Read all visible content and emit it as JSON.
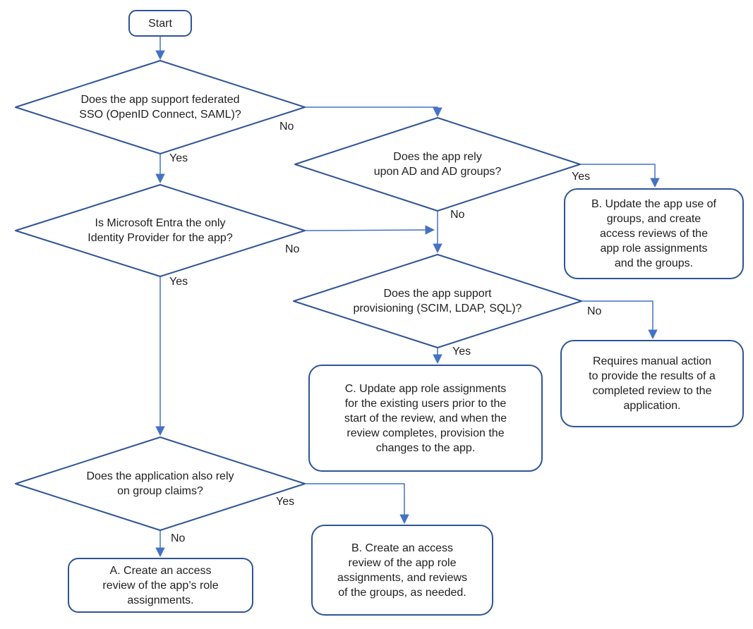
{
  "diagram": {
    "kind": "flowchart",
    "colors": {
      "shape_border": "#2F5496",
      "connector": "#4472C4",
      "text": "#1f1f1f",
      "background": "#ffffff"
    },
    "nodes": {
      "start": {
        "type": "terminator",
        "label": "Start",
        "lines": [
          "Start"
        ]
      },
      "q_federated_sso": {
        "type": "decision",
        "label": "Does the app support federated SSO (OpenID Connect, SAML)?",
        "lines": [
          "Does the app support federated",
          "SSO (OpenID Connect, SAML)?"
        ]
      },
      "q_ad_groups": {
        "type": "decision",
        "label": "Does the app rely upon AD and AD groups?",
        "lines": [
          "Does the app rely",
          "upon AD and AD groups?"
        ]
      },
      "q_entra_only": {
        "type": "decision",
        "label": "Is Microsoft Entra the only Identity Provider for the app?",
        "lines": [
          "Is Microsoft Entra the only",
          "Identity Provider for the app?"
        ]
      },
      "q_provisioning": {
        "type": "decision",
        "label": "Does the app support provisioning (SCIM, LDAP, SQL)?",
        "lines": [
          "Does the app support",
          "provisioning (SCIM, LDAP, SQL)?"
        ]
      },
      "q_group_claims": {
        "type": "decision",
        "label": "Does the application also rely on group claims?",
        "lines": [
          "Does the application also rely",
          "on group claims?"
        ]
      },
      "outcome_b_update": {
        "type": "process",
        "label": "B. Update the app use of groups, and create access reviews of the app role assignments and the groups.",
        "lines": [
          "B. Update the app use of",
          "groups, and create",
          "access reviews of the",
          "app role assignments",
          "and the groups."
        ]
      },
      "outcome_manual": {
        "type": "process",
        "label": "Requires manual action to provide the results of a completed review to the application.",
        "lines": [
          "Requires manual action",
          "to provide the results of a",
          "completed review to the",
          "application."
        ]
      },
      "outcome_c": {
        "type": "process",
        "label": "C. Update app role assignments for the existing users prior to the start of the review, and when the review completes, provision the changes to the app.",
        "lines": [
          "C. Update app role assignments",
          "for the existing users prior to the",
          "start of the review, and when the",
          "review completes, provision the",
          "changes to the app."
        ]
      },
      "outcome_a": {
        "type": "process",
        "label": "A. Create an access review of the app’s role assignments.",
        "lines": [
          "A. Create an access",
          "review of the app’s role",
          "assignments."
        ]
      },
      "outcome_b_create": {
        "type": "process",
        "label": "B. Create an access review of the app role assignments, and reviews of the groups, as needed.",
        "lines": [
          "B. Create an access",
          "review of the app role",
          "assignments, and reviews",
          "of the groups, as needed."
        ]
      }
    },
    "edges": [
      {
        "from": "start",
        "to": "q_federated_sso",
        "label": ""
      },
      {
        "from": "q_federated_sso",
        "to": "q_ad_groups",
        "label": "No"
      },
      {
        "from": "q_federated_sso",
        "to": "q_entra_only",
        "label": "Yes"
      },
      {
        "from": "q_ad_groups",
        "to": "outcome_b_update",
        "label": "Yes"
      },
      {
        "from": "q_ad_groups",
        "to": "q_provisioning",
        "label": "No"
      },
      {
        "from": "q_entra_only",
        "to": "q_provisioning",
        "label": "No"
      },
      {
        "from": "q_entra_only",
        "to": "q_group_claims",
        "label": "Yes"
      },
      {
        "from": "q_provisioning",
        "to": "outcome_manual",
        "label": "No"
      },
      {
        "from": "q_provisioning",
        "to": "outcome_c",
        "label": "Yes"
      },
      {
        "from": "q_group_claims",
        "to": "outcome_b_create",
        "label": "Yes"
      },
      {
        "from": "q_group_claims",
        "to": "outcome_a",
        "label": "No"
      }
    ]
  }
}
